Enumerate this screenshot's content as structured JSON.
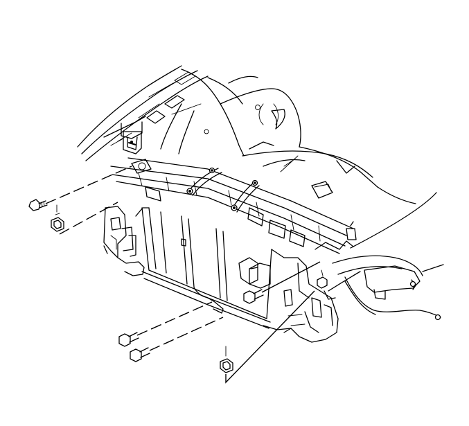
{
  "diagram": {
    "labels": [],
    "colors": {
      "line": "#000000",
      "background": "#ffffff"
    },
    "parts": [
      "fender-apron-upper",
      "radiator-support",
      "radiator-core",
      "upper-tie-bar",
      "side-bracket",
      "wiring-harness",
      "bolt-upper-left",
      "nut-upper-left",
      "bolt-middle-right",
      "bolt-lower-left-1",
      "bolt-lower-left-2",
      "nut-lower",
      "nut-right-bracket"
    ]
  }
}
